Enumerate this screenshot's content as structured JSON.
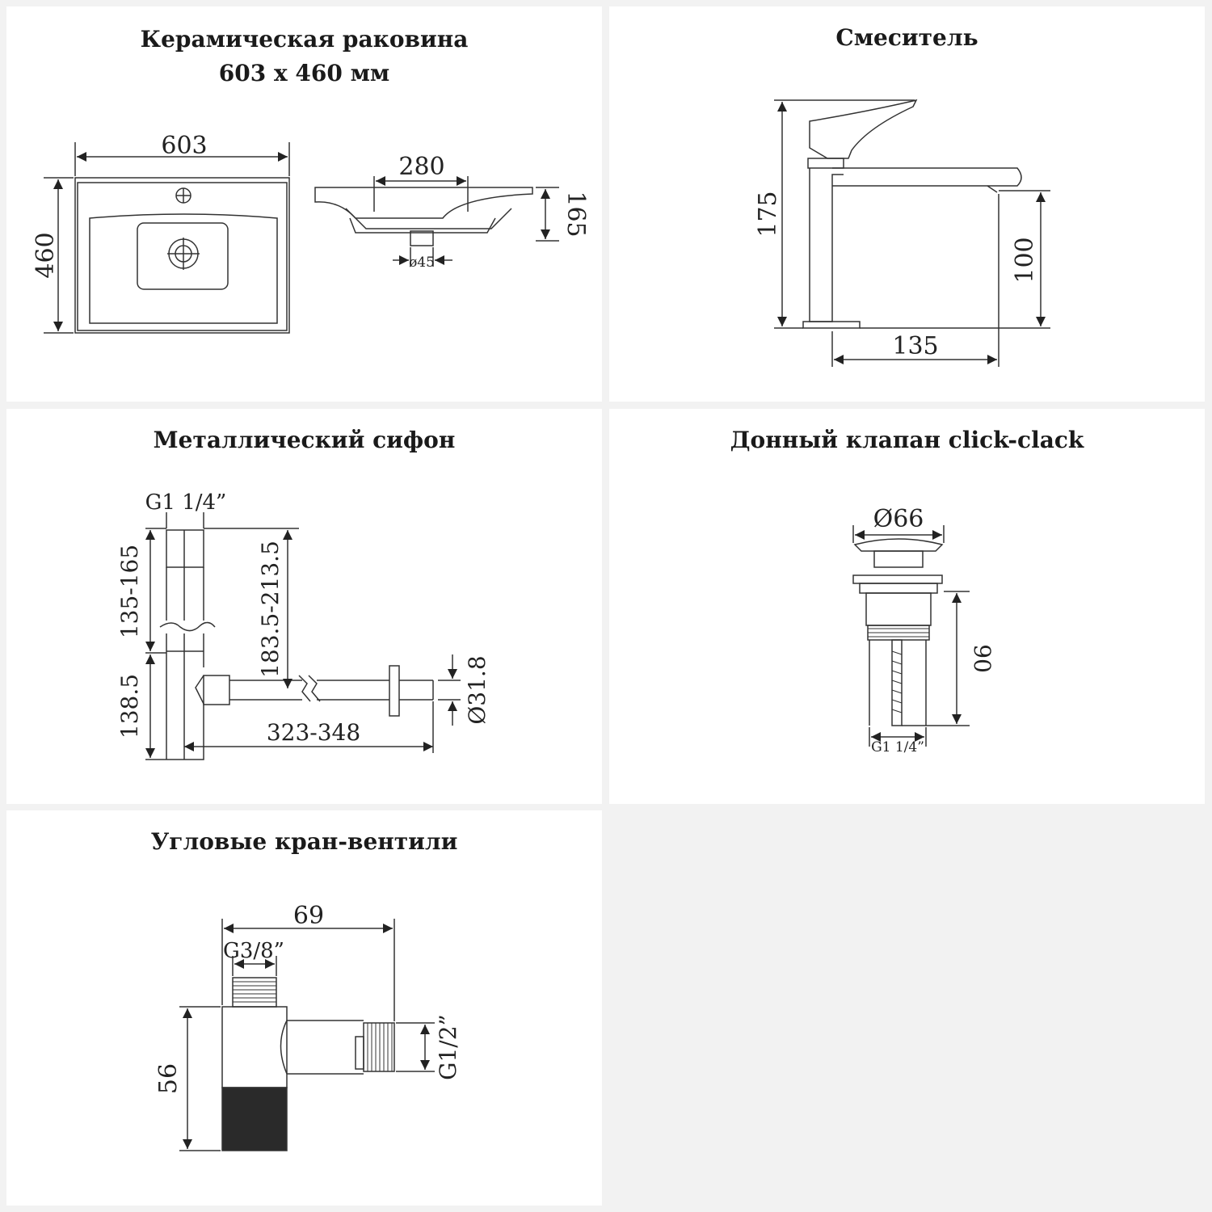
{
  "colors": {
    "page_bg": "#f2f2f2",
    "panel_bg": "#ffffff",
    "line": "#333333",
    "text": "#1a1a1a"
  },
  "sink": {
    "title_line1": "Керамическая раковина",
    "title_line2": "603 х 460 мм",
    "dim_width": "603",
    "dim_depth": "460",
    "dim_holes": "280",
    "dim_height": "165",
    "dim_drain": "ø45"
  },
  "faucet": {
    "title": "Смеситель",
    "dim_height": "175",
    "dim_spout_height": "100",
    "dim_reach": "135"
  },
  "siphon": {
    "title": "Металлический сифон",
    "dim_thread": "G1 1/4”",
    "dim_top": "135-165",
    "dim_bottom": "138.5",
    "dim_outlet_height": "183.5-213.5",
    "dim_length": "323-348",
    "dim_pipe": "Ø31.8"
  },
  "valve": {
    "title": "Донный клапан click-clack",
    "dim_cap": "Ø66",
    "dim_height": "90",
    "dim_thread": "G1 1/4”"
  },
  "angle_valve": {
    "title": "Угловые кран-вентили",
    "dim_width": "69",
    "dim_thread_in": "G3/8”",
    "dim_height": "56",
    "dim_thread_out": "G1/2”"
  }
}
